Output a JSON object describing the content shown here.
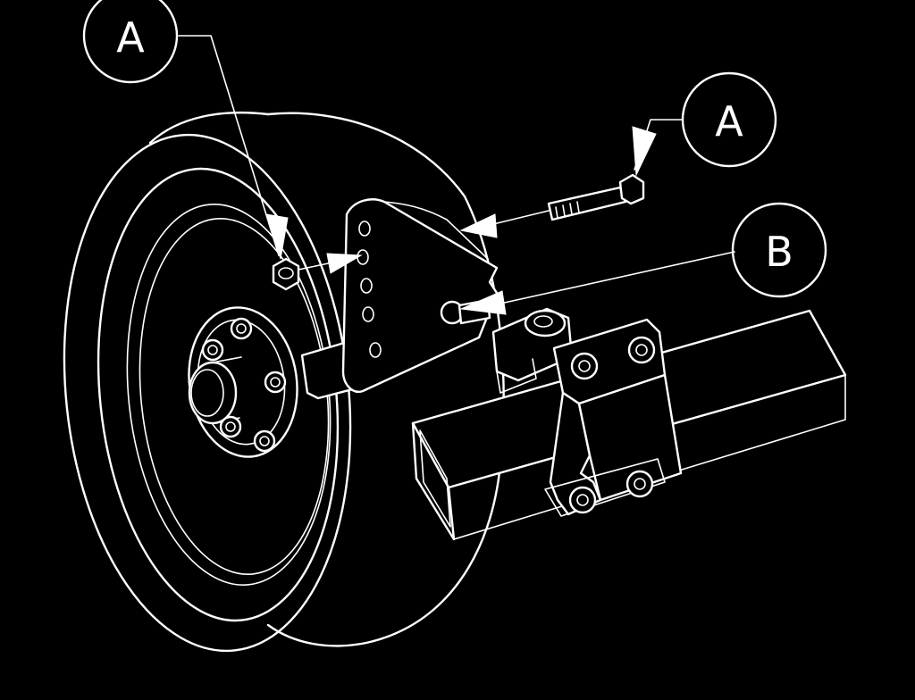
{
  "callouts": [
    {
      "id": "A-top",
      "letter": "A"
    },
    {
      "id": "A-right",
      "letter": "A"
    },
    {
      "id": "B",
      "letter": "B"
    }
  ],
  "colors": {
    "background": "#000000",
    "line": "#ffffff"
  }
}
